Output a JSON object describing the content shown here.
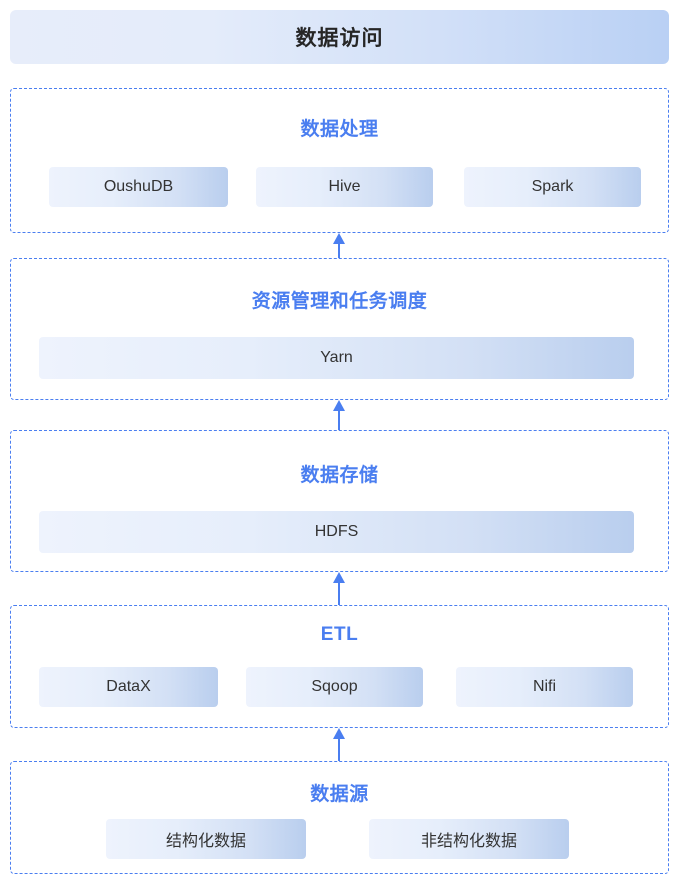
{
  "diagram": {
    "title": "数据访问",
    "accent_color": "#4a7ef0",
    "title_color": "#262626",
    "sections": [
      {
        "id": "data-processing",
        "title": "数据处理",
        "items": [
          "OushuDB",
          "Hive",
          "Spark"
        ]
      },
      {
        "id": "resource-management",
        "title": "资源管理和任务调度",
        "items": [
          "Yarn"
        ]
      },
      {
        "id": "data-storage",
        "title": "数据存储",
        "items": [
          "HDFS"
        ]
      },
      {
        "id": "etl",
        "title": "ETL",
        "items": [
          "DataX",
          "Sqoop",
          "Nifi"
        ]
      },
      {
        "id": "data-source",
        "title": "数据源",
        "items": [
          "结构化数据",
          "非结构化数据"
        ]
      }
    ],
    "connectors": [
      {
        "name": "arrow-datasource-to-etl",
        "direction": "up"
      },
      {
        "name": "arrow-etl-to-storage",
        "direction": "up"
      },
      {
        "name": "arrow-storage-to-resource",
        "direction": "up"
      },
      {
        "name": "arrow-resource-to-processing",
        "direction": "up"
      }
    ]
  }
}
